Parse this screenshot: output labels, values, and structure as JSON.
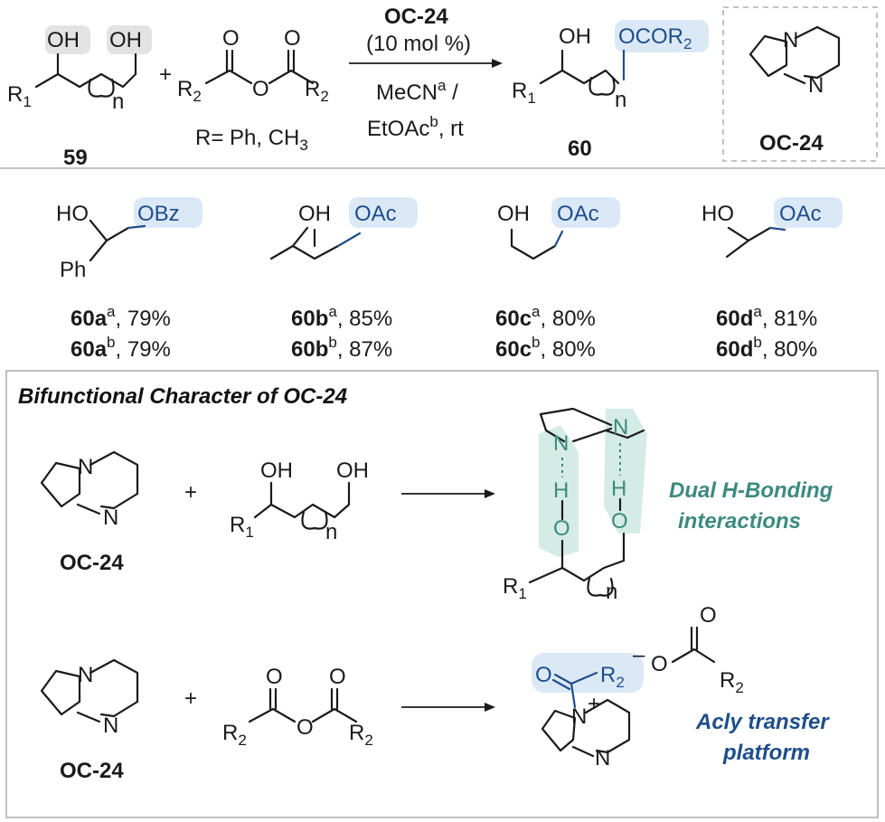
{
  "scheme": {
    "reagent": "OC-24",
    "loading": "(10 mol %)",
    "solvent_a_base": "MeCN",
    "solvent_a_sup": "a",
    "solvent_a_tail": " /",
    "solvent_b_base": "EtOAc",
    "solvent_b_sup": "b",
    "solvent_b_tail": ", rt",
    "diol_label": "59",
    "product_label": "60",
    "r_definition": "R= Ph, CH",
    "r_definition_sub": "3",
    "catalyst_label": "OC-24"
  },
  "atoms": {
    "OH": "OH",
    "HO": "HO",
    "O": "O",
    "N": "N",
    "H": "H",
    "R": "R",
    "n": "n",
    "one": "1",
    "two": "2",
    "OCOR": "OCOR",
    "OBz": "OBz",
    "OAc": "OAc",
    "Ph": "Ph",
    "plus": "+",
    "plus_small": "+",
    "minus": "–"
  },
  "products": [
    {
      "id": "60a",
      "cond1": "a",
      "yield1": ", 79%",
      "cond2": "b",
      "yield2": ", 79%"
    },
    {
      "id": "60b",
      "cond1": "a",
      "yield1": ", 85%",
      "cond2": "b",
      "yield2": ", 87%"
    },
    {
      "id": "60c",
      "cond1": "a",
      "yield1": ", 80%",
      "cond2": "b",
      "yield2": ", 80%"
    },
    {
      "id": "60d",
      "cond1": "a",
      "yield1": ", 81%",
      "cond2": "b",
      "yield2": ", 80%"
    }
  ],
  "mechanism": {
    "title": "Bifunctional Character of OC-24",
    "catalyst_label": "OC-24",
    "hbond_caption_1": "Dual H-Bonding",
    "hbond_caption_2": "interactions",
    "acyl_caption_1": "Acly transfer",
    "acyl_caption_2": "platform"
  },
  "colors": {
    "accent_blue": "#1f4e8a",
    "accent_teal": "#3d8a80",
    "highlight_gray": "#e3e3e3",
    "highlight_blue": "#dbe9f7",
    "highlight_teal": "#d5ebe6"
  }
}
